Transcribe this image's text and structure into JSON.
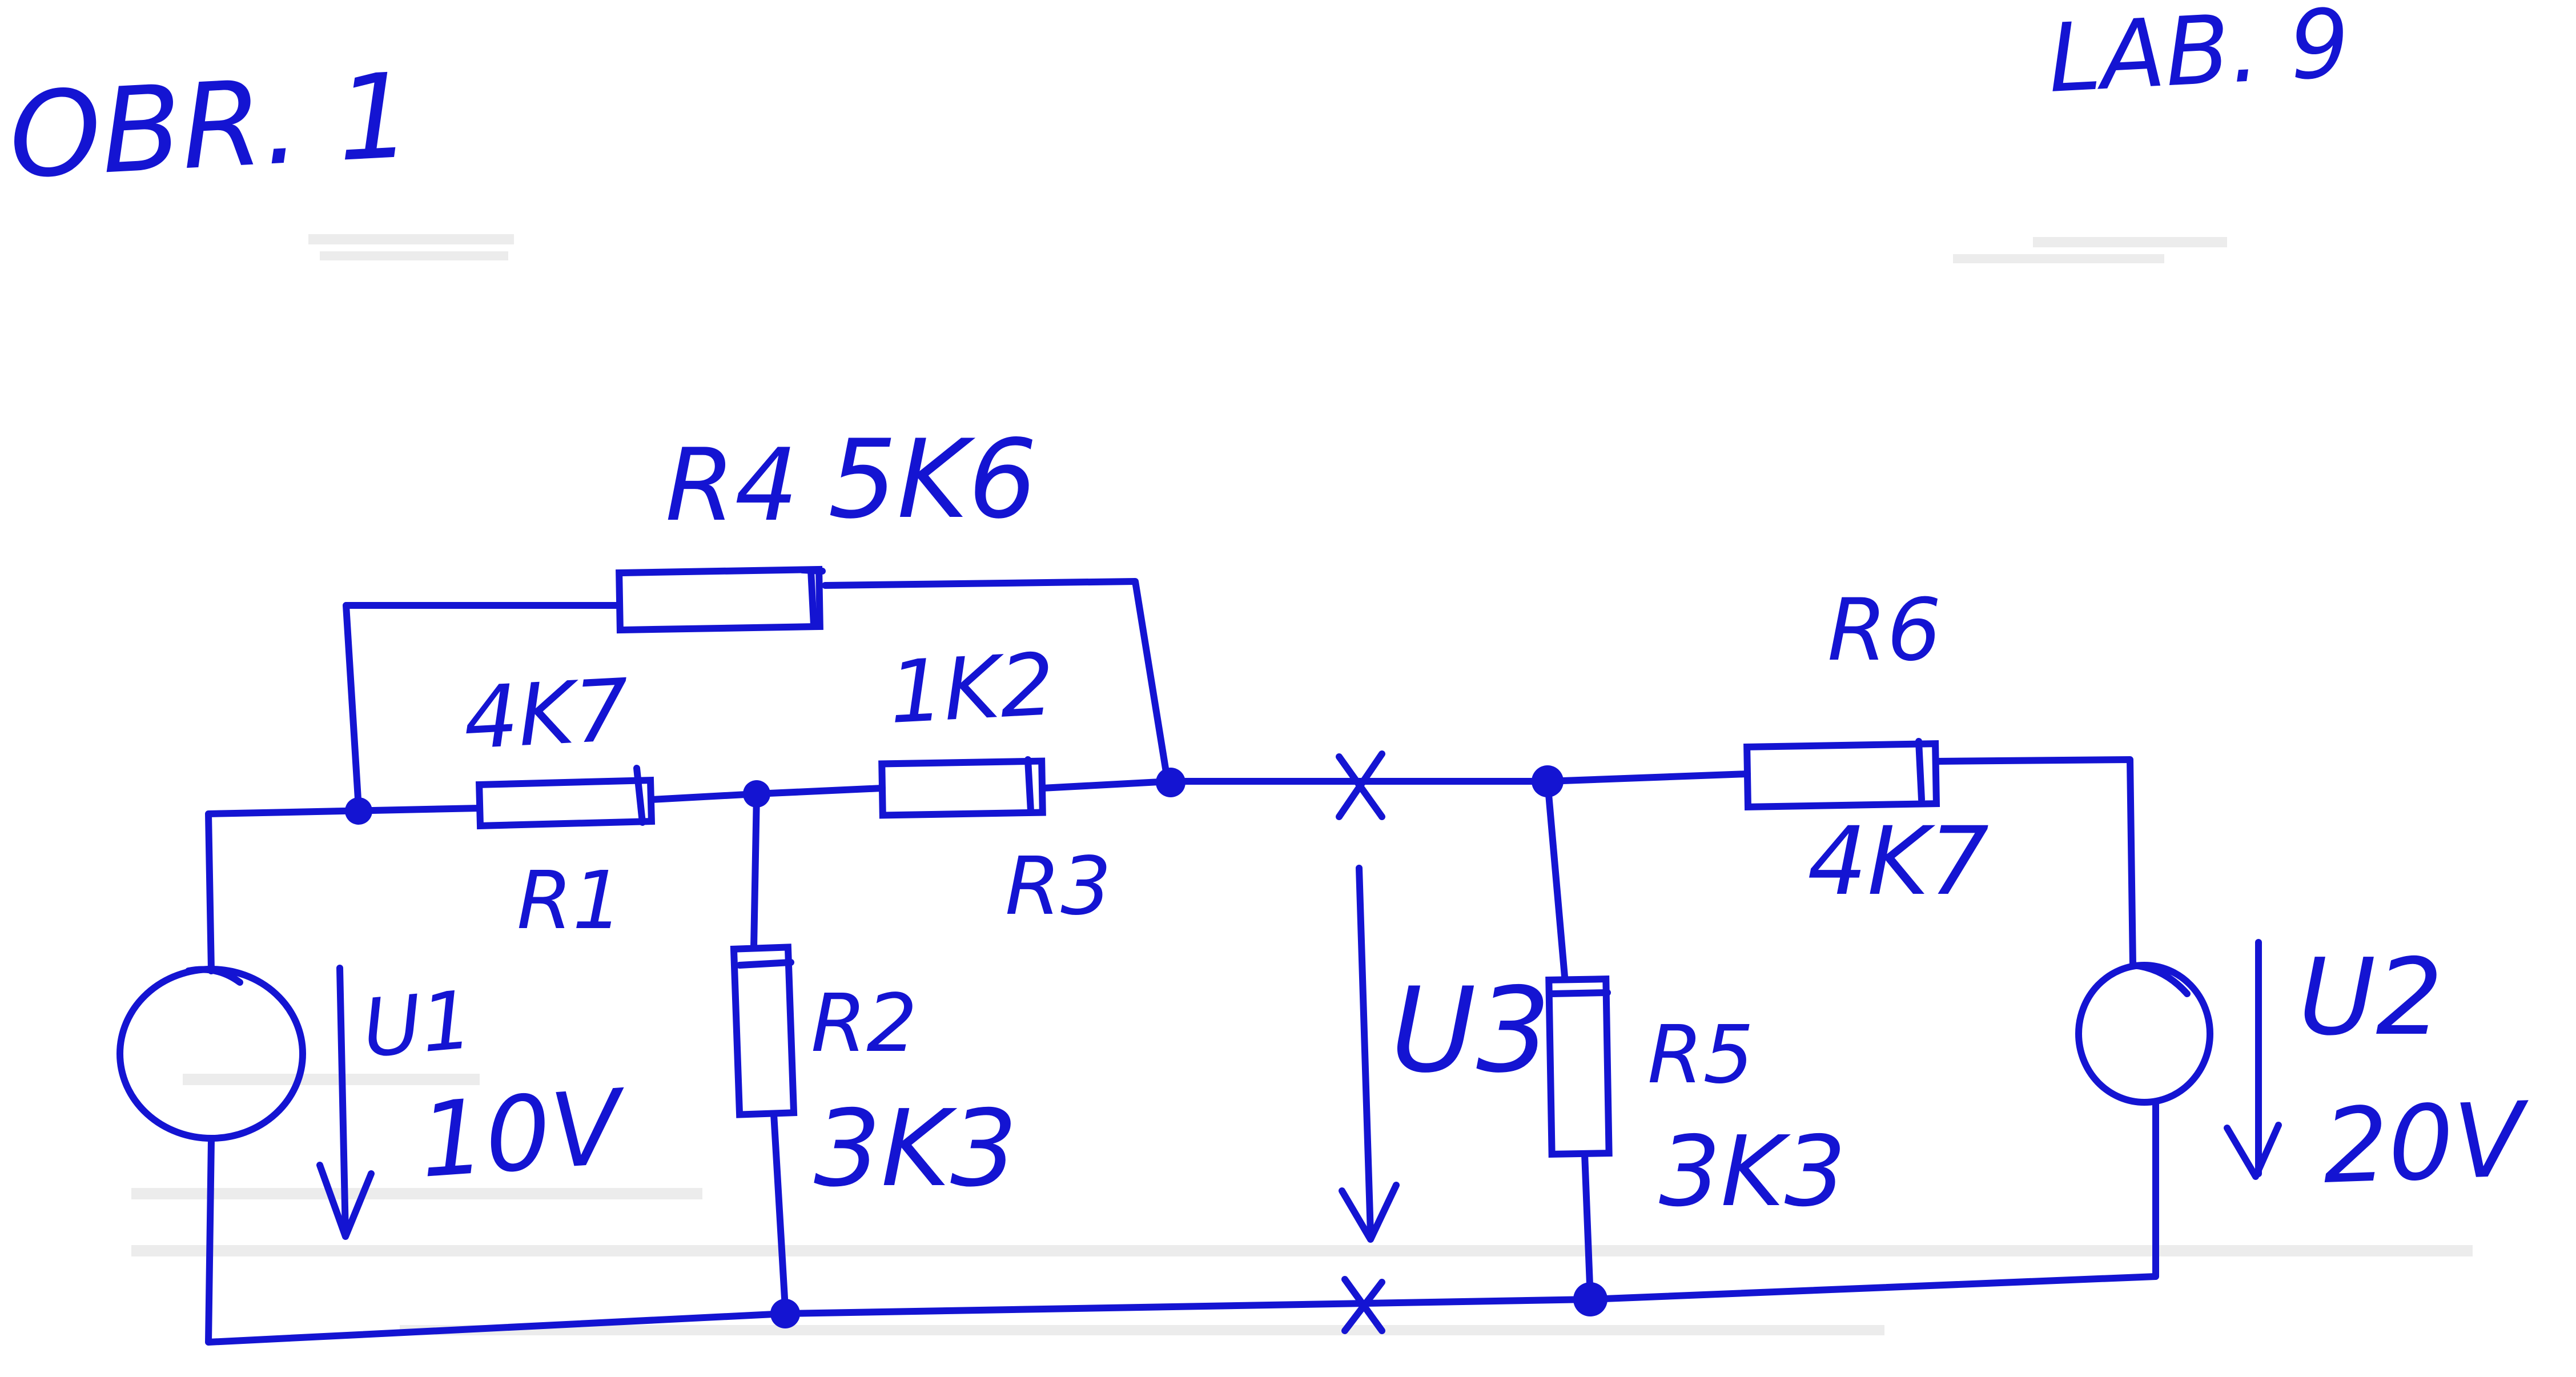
{
  "header": {
    "figure_label": "OBR. 1",
    "lab_label": "LAB. 9"
  },
  "components": {
    "r1": {
      "name": "R1",
      "value": "4K7"
    },
    "r2": {
      "name": "R2",
      "value": "3K3"
    },
    "r3": {
      "name": "R3",
      "value": "1K2"
    },
    "r4": {
      "name": "R4",
      "value": "5K6"
    },
    "r5": {
      "name": "R5",
      "value": "3K3"
    },
    "r6": {
      "name": "R6",
      "value": "4K7"
    },
    "u1": {
      "name": "U1",
      "value": "10V"
    },
    "u2": {
      "name": "U2",
      "value": "20V"
    },
    "u3": {
      "name": "U3"
    }
  },
  "colors": {
    "ink": "#1414d2",
    "paper": "#ffffff"
  }
}
